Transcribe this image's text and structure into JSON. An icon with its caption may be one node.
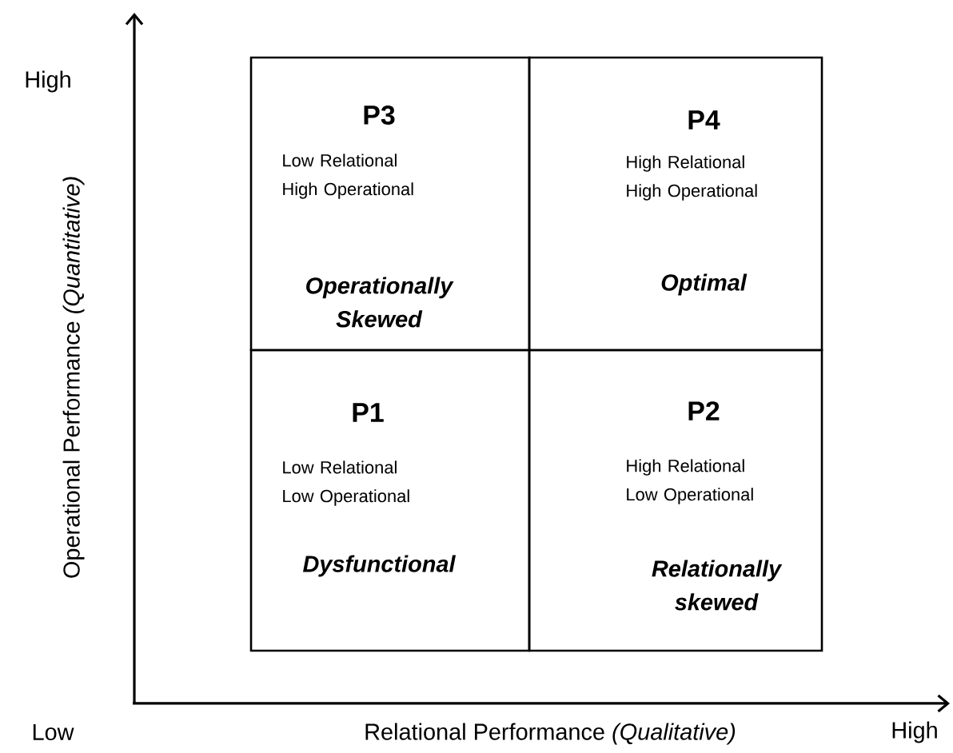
{
  "diagram": {
    "nodes": [
      {
        "text": [
          "P3",
          "Low Relational High Operational",
          "Operationally Skewed"
        ]
      },
      {
        "text": [
          "P4",
          "High Relational High Operational",
          "Optimal"
        ]
      },
      {
        "text": [
          "P1",
          "Low Relational Low Operational",
          "Dysfunctional"
        ]
      },
      {
        "text": [
          "P2",
          "High Relational Low Operational",
          "Relationally skewed"
        ]
      }
    ],
    "labels": [
      "High",
      "Operational Performance *(Quantitative)*",
      "Low",
      "Relational Performance *(Qualitative)*",
      "High"
    ]
  }
}
